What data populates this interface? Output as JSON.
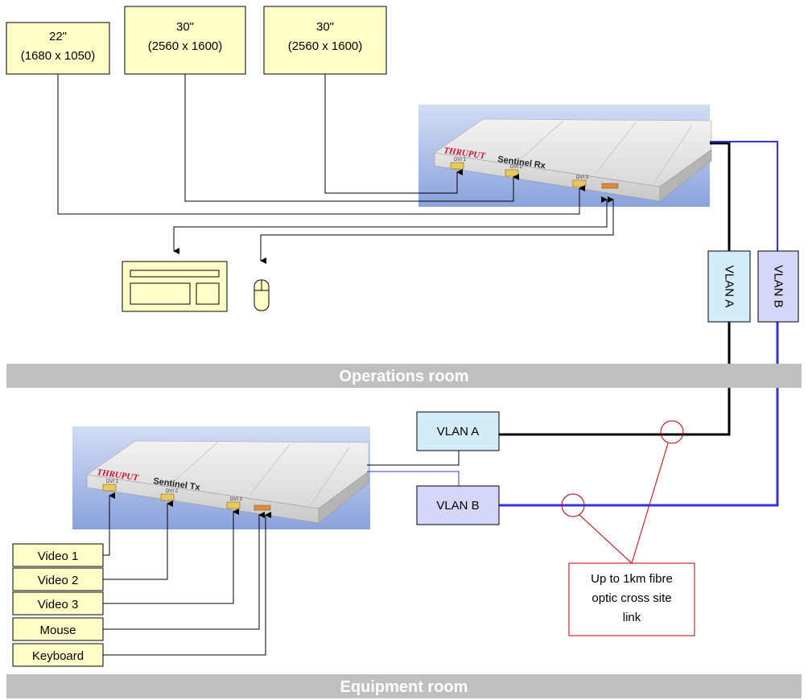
{
  "monitors": [
    {
      "size": "22\"",
      "resolution": "(1680 x 1050)"
    },
    {
      "size": "30\"",
      "resolution": "(2560 x 1600)"
    },
    {
      "size": "30\"",
      "resolution": "(2560 x 1600)"
    }
  ],
  "rx_device": {
    "brand": "THRUPUT",
    "name": "Sentinel Rx",
    "ports": [
      "DVI 1",
      "DVI 2",
      "DVI 3"
    ]
  },
  "tx_device": {
    "brand": "THRUPUT",
    "name": "Sentinel Tx",
    "ports": [
      "DVI 1",
      "DVI 2",
      "DVI 3"
    ]
  },
  "vertical_vlans": {
    "a": "VLAN A",
    "b": "VLAN B"
  },
  "switches": {
    "a": "VLAN A",
    "b": "VLAN B"
  },
  "sources": [
    "Video 1",
    "Video 2",
    "Video 3",
    "Mouse",
    "Keyboard"
  ],
  "callout": [
    "Up to 1km fibre",
    "optic cross site",
    "link"
  ],
  "rooms": {
    "operations": "Operations room",
    "equipment": "Equipment room"
  },
  "colors": {
    "monitor_fill": "#ffffc8",
    "vlan_a_fill": "#d4ecf8",
    "vlan_b_fill": "#d6d6f8",
    "link_a": "#000000",
    "link_b": "#3333dd",
    "band_fill": "#bfbfbf",
    "callout_border": "#c00000"
  }
}
